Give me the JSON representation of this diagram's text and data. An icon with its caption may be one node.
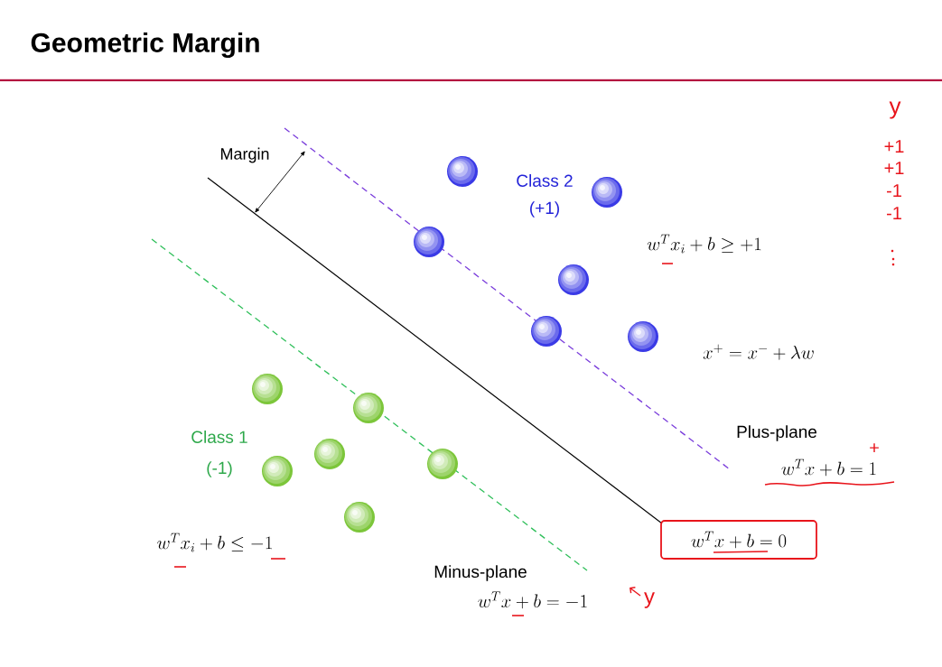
{
  "diagram": {
    "title": "Geometric Margin",
    "nodes": [
      {
        "text": [
          "w^T x + b = 0"
        ]
      }
    ],
    "labels": [
      "Margin",
      "Class 2",
      "(+1)",
      "y",
      "+1",
      "+1",
      "-1",
      "-1",
      "w^T x_i + b \\geq +1",
      "x^+ = x^- + \\lambda w",
      "Class 1",
      "(-1)",
      "Plus-plane",
      "w^T x + b = 1",
      "+",
      "w^T x_i + b \\leq -1",
      "Minus-plane",
      "w^T x + b = -1",
      "y"
    ]
  }
}
